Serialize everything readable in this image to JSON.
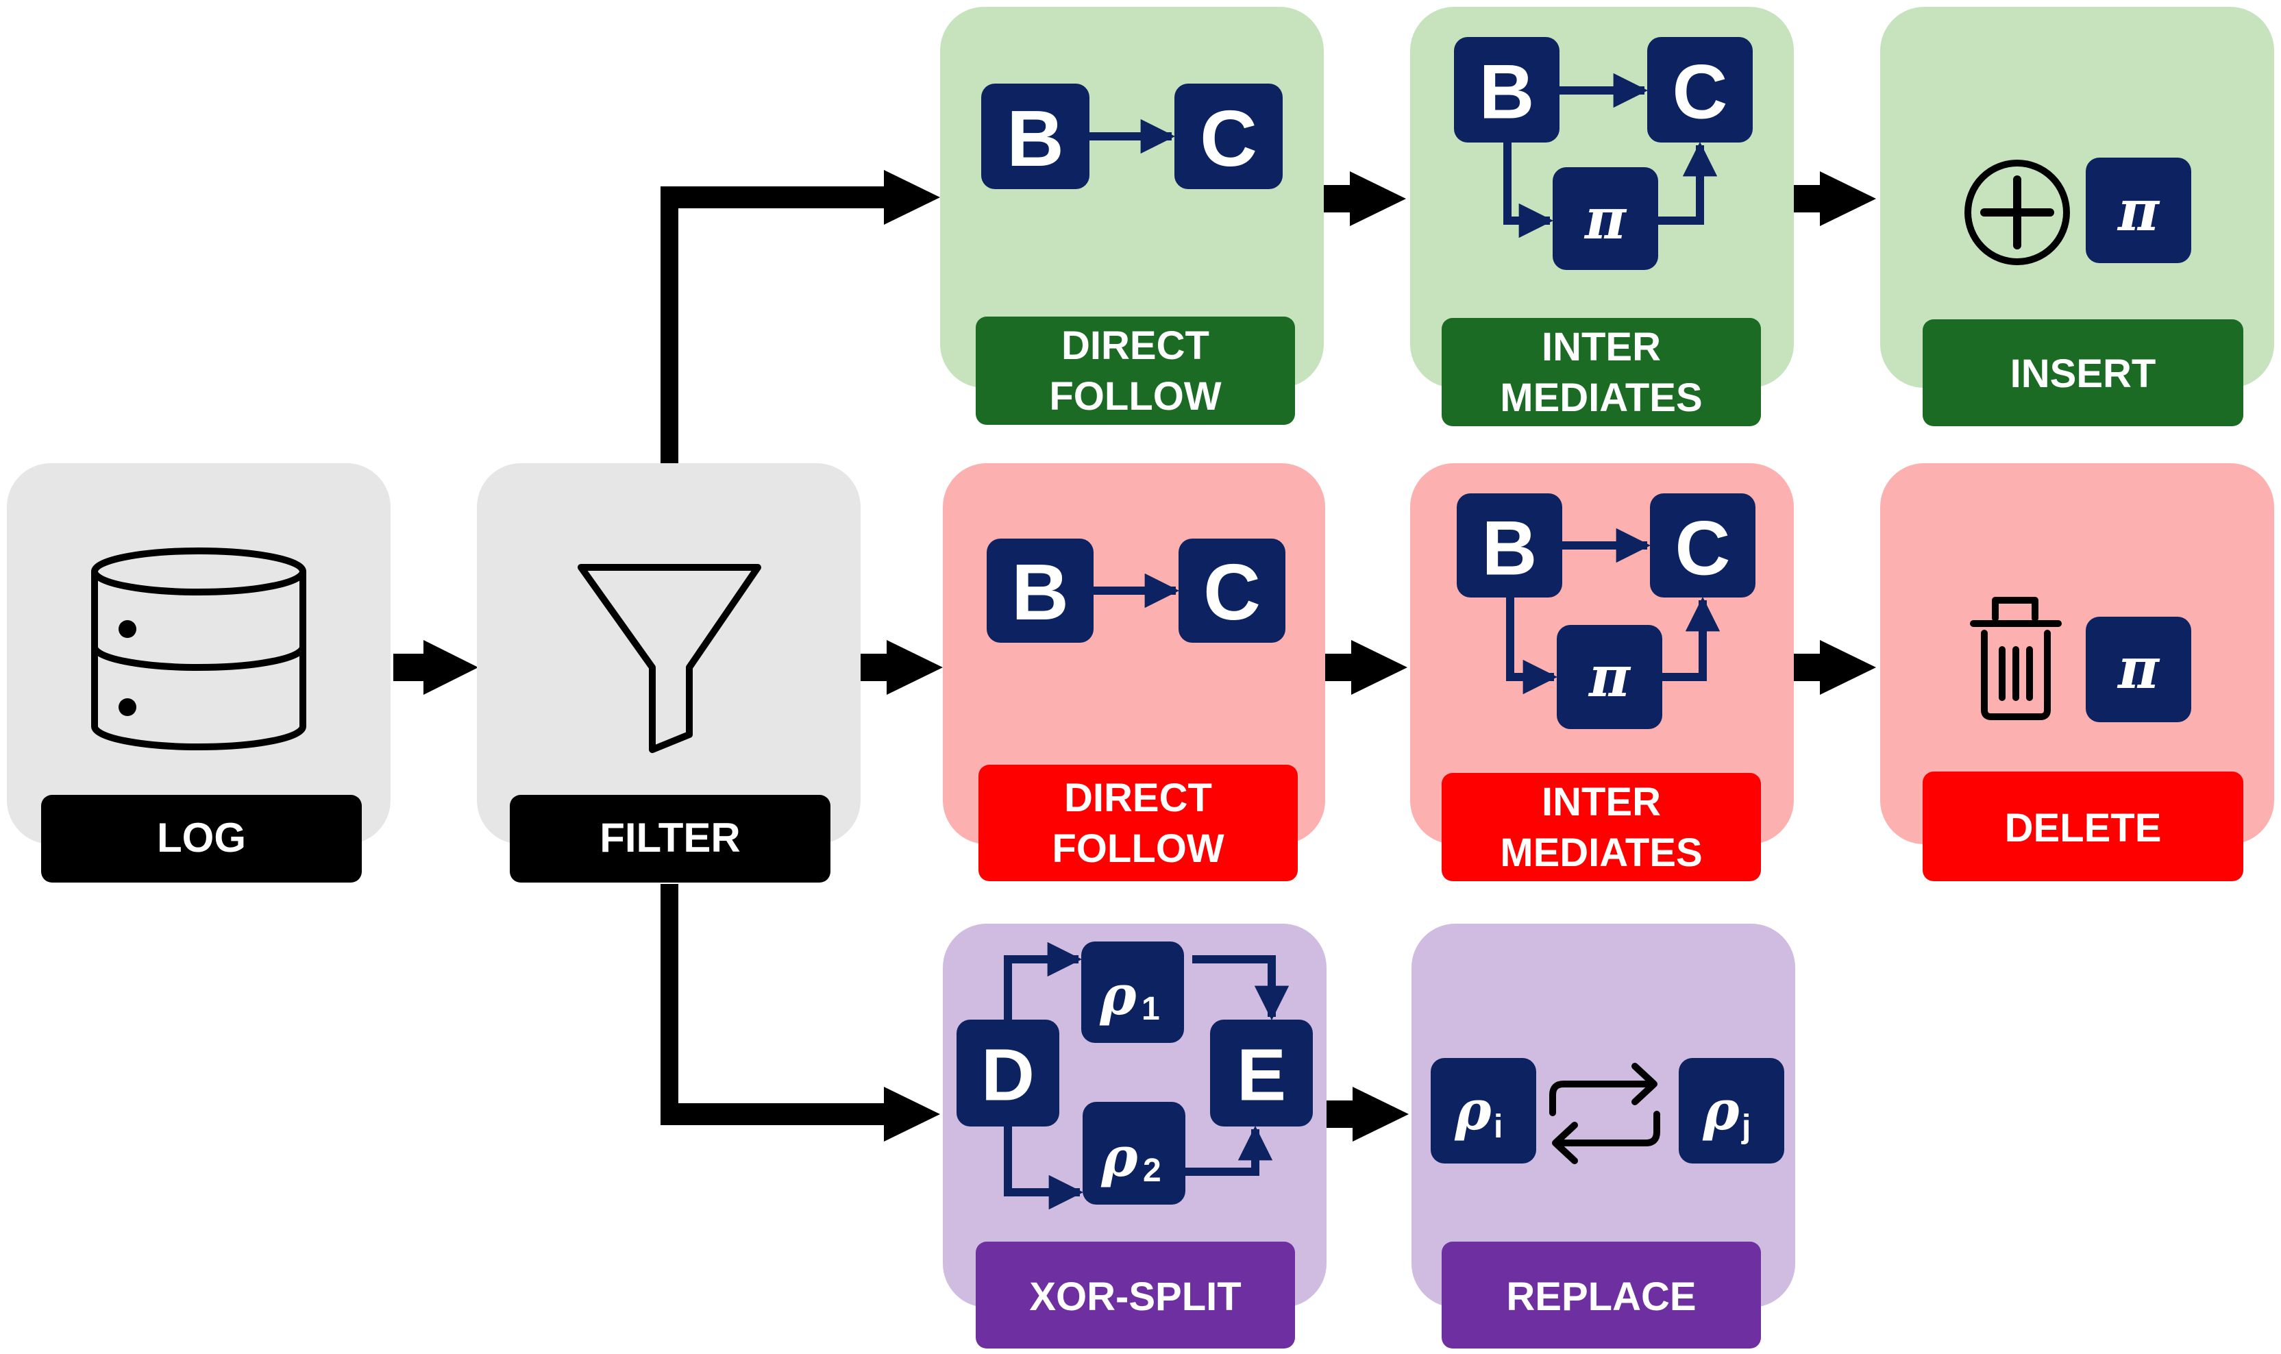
{
  "colors": {
    "grey_card": "#e6e6e6",
    "green_card": "#c6e3be",
    "red_card": "#fdb0b0",
    "purple_card": "#d0bce0",
    "black_label": "#000000",
    "green_label": "#1c6b25",
    "red_label": "#fe0000",
    "purple_label": "#6e30a0",
    "chip": "#0d2260",
    "connector": "#000000"
  },
  "nodes": {
    "log": {
      "label": "LOG",
      "icon": "database-icon"
    },
    "filter": {
      "label": "FILTER",
      "icon": "funnel-icon"
    },
    "green_direct": {
      "label_line1": "DIRECT",
      "label_line2": "FOLLOW",
      "chip_left": "B",
      "chip_right": "C"
    },
    "green_inter": {
      "label_line1": "INTER",
      "label_line2": "MEDIATES",
      "chip_left": "B",
      "chip_right": "C",
      "chip_mid": "π"
    },
    "green_insert": {
      "label": "INSERT",
      "icon": "plus-circle-icon",
      "chip": "π"
    },
    "red_direct": {
      "label_line1": "DIRECT",
      "label_line2": "FOLLOW",
      "chip_left": "B",
      "chip_right": "C"
    },
    "red_inter": {
      "label_line1": "INTER",
      "label_line2": "MEDIATES",
      "chip_left": "B",
      "chip_right": "C",
      "chip_mid": "π"
    },
    "red_delete": {
      "label": "DELETE",
      "icon": "trash-icon",
      "chip": "π"
    },
    "xor_split": {
      "label": "XOR-SPLIT",
      "chip_d": "D",
      "chip_e": "E",
      "rho": "ρ",
      "rho1_sub": "1",
      "rho2_sub": "2"
    },
    "replace": {
      "label": "REPLACE",
      "rho": "ρ",
      "sub_i": "i",
      "sub_j": "j",
      "icon": "swap-arrows-icon"
    }
  }
}
